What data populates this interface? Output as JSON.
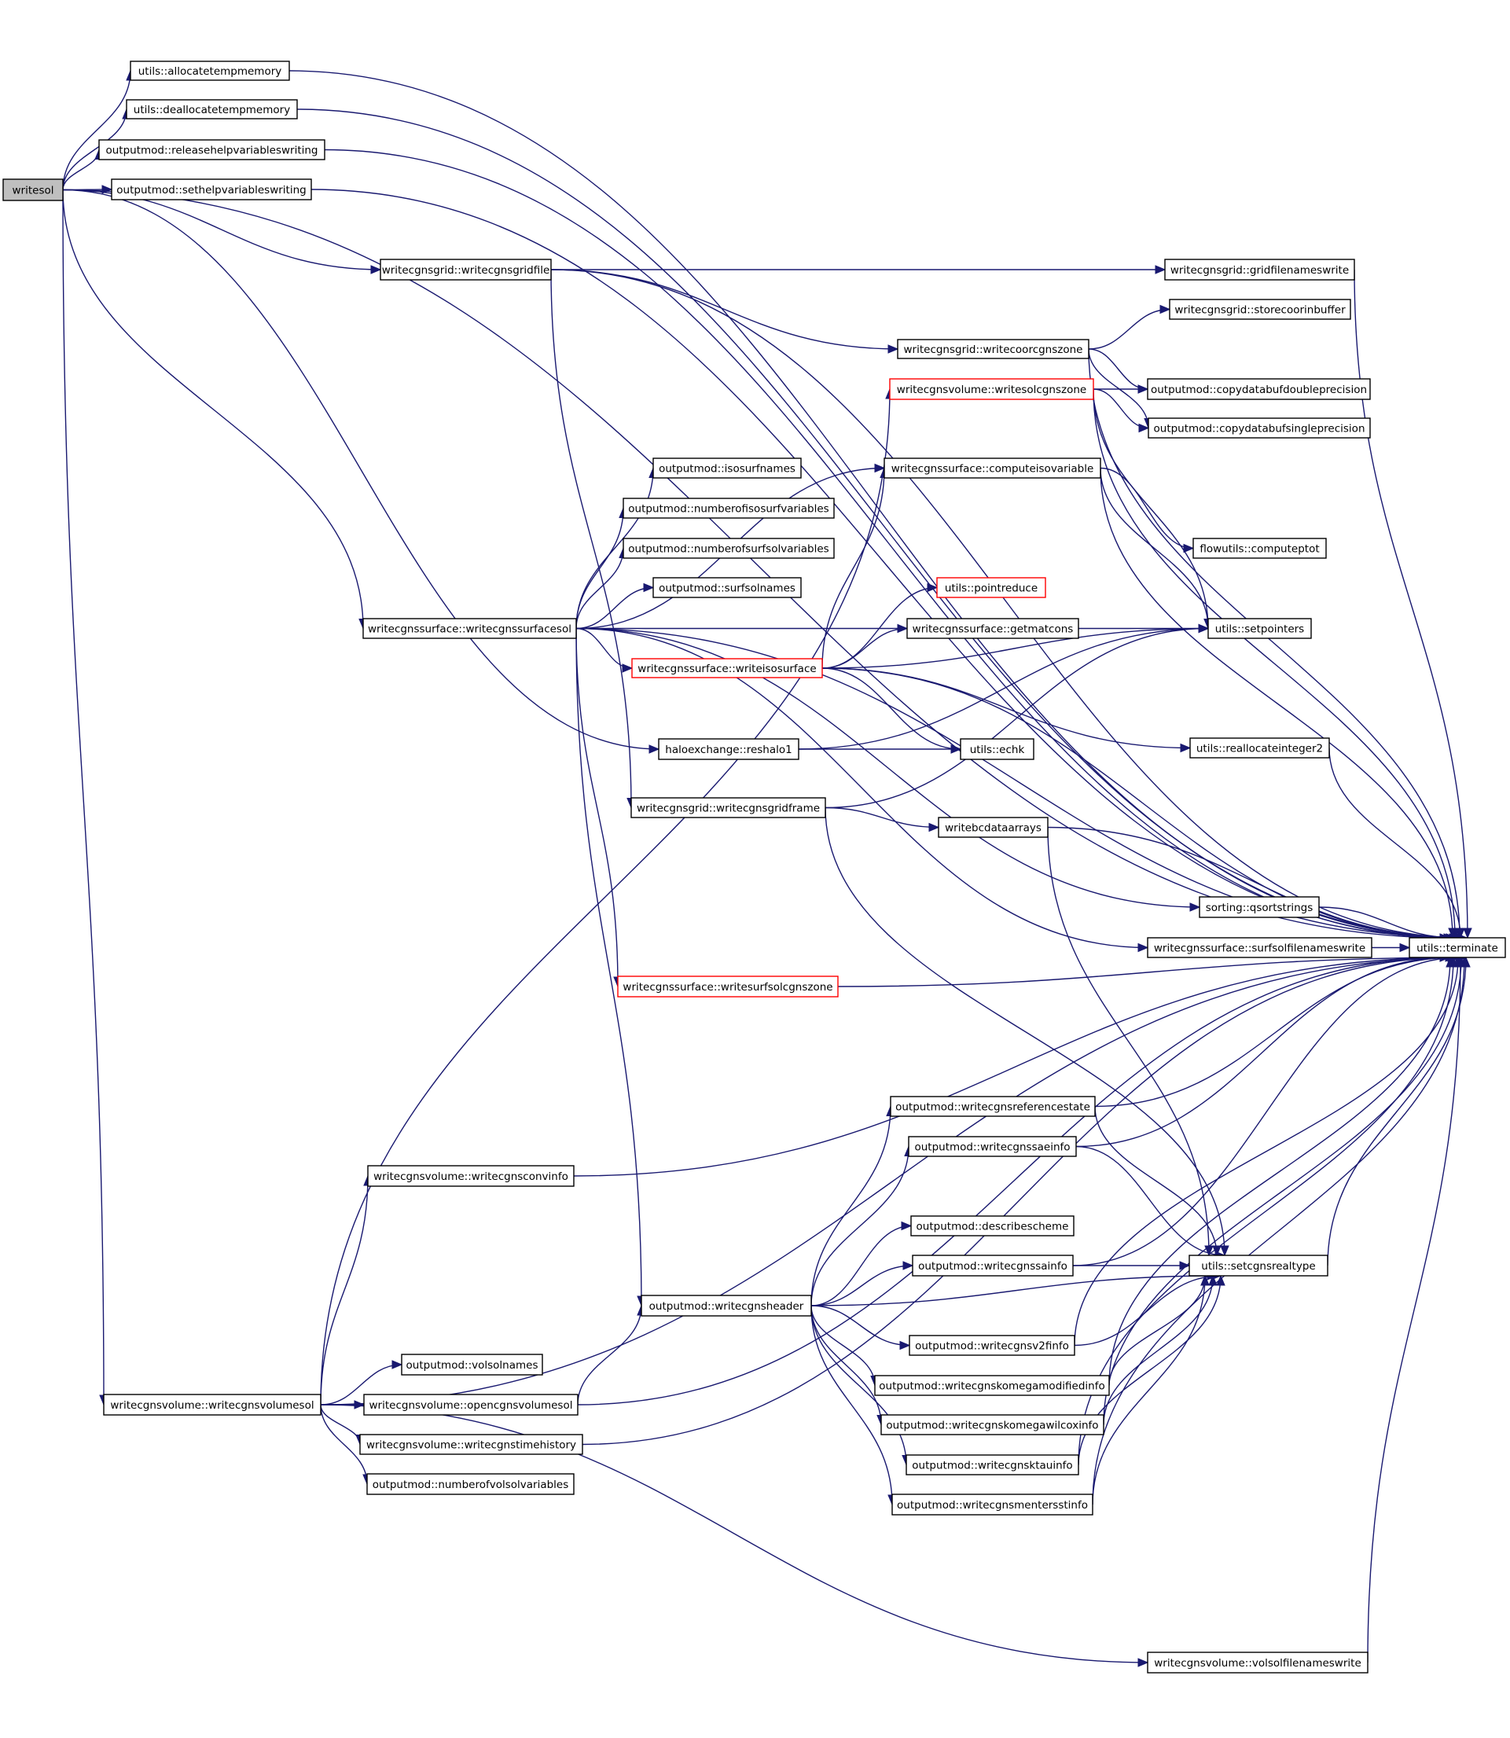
{
  "diagram": {
    "type": "call-graph",
    "edge_color": "#191970",
    "highlight_color": "#ff0000",
    "root_fill": "#bfbfbf",
    "nodes": [
      {
        "id": "writesol",
        "label": "writesol",
        "root": true
      },
      {
        "id": "allocatetempmemory",
        "label": "utils::allocatetempmemory"
      },
      {
        "id": "deallocatetempmemory",
        "label": "utils::deallocatetempmemory"
      },
      {
        "id": "releasehelpvariableswriting",
        "label": "outputmod::releasehelpvariableswriting"
      },
      {
        "id": "sethelpvariableswriting",
        "label": "outputmod::sethelpvariableswriting"
      },
      {
        "id": "writecgnsgridfile",
        "label": "writecgnsgrid::writecgnsgridfile"
      },
      {
        "id": "gridfilenameswrite",
        "label": "writecgnsgrid::gridfilenameswrite"
      },
      {
        "id": "storecoorinbuffer",
        "label": "writecgnsgrid::storecoorinbuffer"
      },
      {
        "id": "writecoorcgnszone",
        "label": "writecgnsgrid::writecoorcgnszone"
      },
      {
        "id": "writesolcgnszone",
        "label": "writecgnsvolume::writesolcgnszone",
        "incomplete": true
      },
      {
        "id": "copydatabufdoubleprecision",
        "label": "outputmod::copydatabufdoubleprecision"
      },
      {
        "id": "copydatabufsingleprecision",
        "label": "outputmod::copydatabufsingleprecision"
      },
      {
        "id": "computeisovariable",
        "label": "writecgnssurface::computeisovariable"
      },
      {
        "id": "isosurfnames",
        "label": "outputmod::isosurfnames"
      },
      {
        "id": "numberofisosurfvariables",
        "label": "outputmod::numberofisosurfvariables"
      },
      {
        "id": "numberofsurfsolvariables",
        "label": "outputmod::numberofsurfsolvariables"
      },
      {
        "id": "surfsolnames",
        "label": "outputmod::surfsolnames"
      },
      {
        "id": "computeptot",
        "label": "flowutils::computeptot"
      },
      {
        "id": "pointreduce",
        "label": "utils::pointreduce",
        "incomplete": true
      },
      {
        "id": "setpointers",
        "label": "utils::setpointers"
      },
      {
        "id": "writecgnssurfacesol",
        "label": "writecgnssurface::writecgnssurfacesol"
      },
      {
        "id": "getmatcons",
        "label": "writecgnssurface::getmatcons"
      },
      {
        "id": "writeisosurface",
        "label": "writecgnssurface::writeisosurface",
        "incomplete": true
      },
      {
        "id": "reshalo1",
        "label": "haloexchange::reshalo1"
      },
      {
        "id": "echk",
        "label": "utils::echk"
      },
      {
        "id": "reallocateinteger2",
        "label": "utils::reallocateinteger2"
      },
      {
        "id": "writecgnsgridframe",
        "label": "writecgnsgrid::writecgnsgridframe"
      },
      {
        "id": "writebcdataarrays",
        "label": "writebcdataarrays"
      },
      {
        "id": "qsortstrings",
        "label": "sorting::qsortstrings"
      },
      {
        "id": "surfsolfilenameswrite",
        "label": "writecgnssurface::surfsolfilenameswrite"
      },
      {
        "id": "terminate",
        "label": "utils::terminate"
      },
      {
        "id": "writesurfsolcgnszone",
        "label": "writecgnssurface::writesurfsolcgnszone",
        "incomplete": true
      },
      {
        "id": "writecgnsreferencestate",
        "label": "outputmod::writecgnsreferencestate"
      },
      {
        "id": "writecgnssaeinfo",
        "label": "outputmod::writecgnssaeinfo"
      },
      {
        "id": "describescheme",
        "label": "outputmod::describescheme"
      },
      {
        "id": "writecgnssainfo",
        "label": "outputmod::writecgnssainfo"
      },
      {
        "id": "setcgnsrealtype",
        "label": "utils::setcgnsrealtype"
      },
      {
        "id": "writecgnsheader",
        "label": "outputmod::writecgnsheader"
      },
      {
        "id": "writecgnsv2finfo",
        "label": "outputmod::writecgnsv2finfo"
      },
      {
        "id": "writecgnskomegamodifiedinfo",
        "label": "outputmod::writecgnskomegamodifiedinfo"
      },
      {
        "id": "writecgnskomegawilcoxinfo",
        "label": "outputmod::writecgnskomegawilcoxinfo"
      },
      {
        "id": "writecgnsktauinfo",
        "label": "outputmod::writecgnsktauinfo"
      },
      {
        "id": "writecgnsmentersstinfo",
        "label": "outputmod::writecgnsmentersstinfo"
      },
      {
        "id": "writecgnsconvinfo",
        "label": "writecgnsvolume::writecgnsconvinfo"
      },
      {
        "id": "volsolnames",
        "label": "outputmod::volsolnames"
      },
      {
        "id": "writecgnsvolumesol",
        "label": "writecgnsvolume::writecgnsvolumesol"
      },
      {
        "id": "opencgnsvolumesol",
        "label": "writecgnsvolume::opencgnsvolumesol"
      },
      {
        "id": "writecgnstimehistory",
        "label": "writecgnsvolume::writecgnstimehistory"
      },
      {
        "id": "numberofvolsolvariables",
        "label": "outputmod::numberofvolsolvariables"
      },
      {
        "id": "volsolfilenameswrite",
        "label": "writecgnsvolume::volsolfilenameswrite"
      }
    ],
    "edges": [
      [
        "writesol",
        "terminate"
      ],
      [
        "writesol",
        "allocatetempmemory"
      ],
      [
        "writesol",
        "deallocatetempmemory"
      ],
      [
        "writesol",
        "releasehelpvariableswriting"
      ],
      [
        "writesol",
        "sethelpvariableswriting"
      ],
      [
        "writesol",
        "writecgnsgridfile"
      ],
      [
        "writesol",
        "writecgnssurfacesol"
      ],
      [
        "writesol",
        "reshalo1"
      ],
      [
        "writesol",
        "writecgnsvolumesol"
      ],
      [
        "allocatetempmemory",
        "terminate"
      ],
      [
        "deallocatetempmemory",
        "terminate"
      ],
      [
        "releasehelpvariableswriting",
        "terminate"
      ],
      [
        "sethelpvariableswriting",
        "terminate"
      ],
      [
        "writecgnsgridfile",
        "terminate"
      ],
      [
        "writecgnsgridfile",
        "gridfilenameswrite"
      ],
      [
        "writecgnsgridfile",
        "writecoorcgnszone"
      ],
      [
        "writecgnsgridfile",
        "writecgnsgridframe"
      ],
      [
        "gridfilenameswrite",
        "terminate"
      ],
      [
        "writecoorcgnszone",
        "storecoorinbuffer"
      ],
      [
        "writecoorcgnszone",
        "terminate"
      ],
      [
        "writecoorcgnszone",
        "copydatabufdoubleprecision"
      ],
      [
        "writecoorcgnszone",
        "copydatabufsingleprecision"
      ],
      [
        "writesolcgnszone",
        "copydatabufdoubleprecision"
      ],
      [
        "writesolcgnszone",
        "copydatabufsingleprecision"
      ],
      [
        "writesolcgnszone",
        "setpointers"
      ],
      [
        "writesolcgnszone",
        "terminate"
      ],
      [
        "computeisovariable",
        "computeptot"
      ],
      [
        "computeisovariable",
        "setpointers"
      ],
      [
        "computeisovariable",
        "terminate"
      ],
      [
        "writecgnssurfacesol",
        "isosurfnames"
      ],
      [
        "writecgnssurfacesol",
        "numberofisosurfvariables"
      ],
      [
        "writecgnssurfacesol",
        "numberofsurfsolvariables"
      ],
      [
        "writecgnssurfacesol",
        "surfsolnames"
      ],
      [
        "writecgnssurfacesol",
        "computeisovariable"
      ],
      [
        "writecgnssurfacesol",
        "setpointers"
      ],
      [
        "writecgnssurfacesol",
        "writeisosurface"
      ],
      [
        "writecgnssurfacesol",
        "writecgnsheader"
      ],
      [
        "writecgnssurfacesol",
        "terminate"
      ],
      [
        "writecgnssurfacesol",
        "qsortstrings"
      ],
      [
        "writecgnssurfacesol",
        "surfsolfilenameswrite"
      ],
      [
        "writecgnssurfacesol",
        "writesurfsolcgnszone"
      ],
      [
        "writeisosurface",
        "computeisovariable"
      ],
      [
        "writeisosurface",
        "pointreduce"
      ],
      [
        "writeisosurface",
        "getmatcons"
      ],
      [
        "writeisosurface",
        "setpointers"
      ],
      [
        "writeisosurface",
        "echk"
      ],
      [
        "writeisosurface",
        "reallocateinteger2"
      ],
      [
        "writeisosurface",
        "terminate"
      ],
      [
        "reshalo1",
        "echk"
      ],
      [
        "reshalo1",
        "setpointers"
      ],
      [
        "reallocateinteger2",
        "terminate"
      ],
      [
        "writecgnsgridframe",
        "writebcdataarrays"
      ],
      [
        "writecgnsgridframe",
        "setpointers"
      ],
      [
        "writecgnsgridframe",
        "setcgnsrealtype"
      ],
      [
        "writebcdataarrays",
        "terminate"
      ],
      [
        "writebcdataarrays",
        "setcgnsrealtype"
      ],
      [
        "qsortstrings",
        "terminate"
      ],
      [
        "surfsolfilenameswrite",
        "terminate"
      ],
      [
        "writesurfsolcgnszone",
        "terminate"
      ],
      [
        "writecgnsheader",
        "writecgnsreferencestate"
      ],
      [
        "writecgnsheader",
        "writecgnssaeinfo"
      ],
      [
        "writecgnsheader",
        "describescheme"
      ],
      [
        "writecgnsheader",
        "writecgnssainfo"
      ],
      [
        "writecgnsheader",
        "setcgnsrealtype"
      ],
      [
        "writecgnsheader",
        "writecgnsv2finfo"
      ],
      [
        "writecgnsheader",
        "writecgnskomegamodifiedinfo"
      ],
      [
        "writecgnsheader",
        "writecgnskomegawilcoxinfo"
      ],
      [
        "writecgnsheader",
        "writecgnsktauinfo"
      ],
      [
        "writecgnsheader",
        "writecgnsmentersstinfo"
      ],
      [
        "writecgnsreferencestate",
        "setcgnsrealtype"
      ],
      [
        "writecgnsreferencestate",
        "terminate"
      ],
      [
        "writecgnssaeinfo",
        "setcgnsrealtype"
      ],
      [
        "writecgnssaeinfo",
        "terminate"
      ],
      [
        "writecgnssainfo",
        "setcgnsrealtype"
      ],
      [
        "writecgnssainfo",
        "terminate"
      ],
      [
        "setcgnsrealtype",
        "terminate"
      ],
      [
        "writecgnsv2finfo",
        "setcgnsrealtype"
      ],
      [
        "writecgnsv2finfo",
        "terminate"
      ],
      [
        "writecgnskomegamodifiedinfo",
        "setcgnsrealtype"
      ],
      [
        "writecgnskomegamodifiedinfo",
        "terminate"
      ],
      [
        "writecgnskomegawilcoxinfo",
        "setcgnsrealtype"
      ],
      [
        "writecgnskomegawilcoxinfo",
        "terminate"
      ],
      [
        "writecgnsktauinfo",
        "setcgnsrealtype"
      ],
      [
        "writecgnsktauinfo",
        "terminate"
      ],
      [
        "writecgnsmentersstinfo",
        "setcgnsrealtype"
      ],
      [
        "writecgnsmentersstinfo",
        "terminate"
      ],
      [
        "writecgnsvolumesol",
        "writesolcgnszone"
      ],
      [
        "writecgnsvolumesol",
        "writecgnsconvinfo"
      ],
      [
        "writecgnsvolumesol",
        "volsolnames"
      ],
      [
        "writecgnsvolumesol",
        "opencgnsvolumesol"
      ],
      [
        "writecgnsvolumesol",
        "writecgnstimehistory"
      ],
      [
        "writecgnsvolumesol",
        "numberofvolsolvariables"
      ],
      [
        "writecgnsvolumesol",
        "terminate"
      ],
      [
        "writecgnsvolumesol",
        "volsolfilenameswrite"
      ],
      [
        "writecgnsconvinfo",
        "terminate"
      ],
      [
        "opencgnsvolumesol",
        "writecgnsheader"
      ],
      [
        "opencgnsvolumesol",
        "terminate"
      ],
      [
        "writecgnstimehistory",
        "terminate"
      ],
      [
        "volsolfilenameswrite",
        "terminate"
      ]
    ]
  }
}
